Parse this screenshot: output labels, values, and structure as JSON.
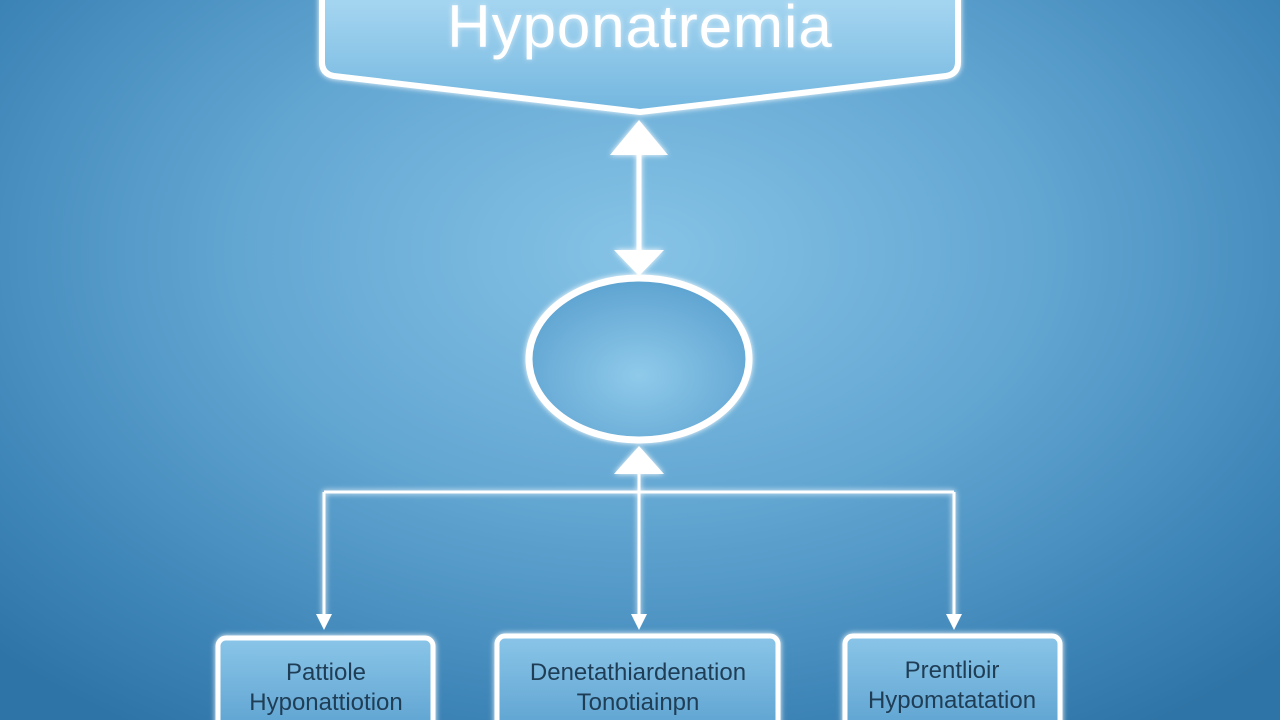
{
  "diagram": {
    "title": "Hyponatremia",
    "center_node": "",
    "boxes": [
      {
        "line1": "Pattiole",
        "line2": "Hyponattiotion"
      },
      {
        "line1": "Denetathiardenation",
        "line2": "Tonotiainpn"
      },
      {
        "line1": "Prentlioir",
        "line2": "Hypomatatation"
      }
    ]
  },
  "colors": {
    "background_center": "#86c3e6",
    "background_edge": "#2f74a6",
    "stroke": "#ffffff",
    "box_fill": "#6fb0d8",
    "box_text": "#1f3d55"
  }
}
